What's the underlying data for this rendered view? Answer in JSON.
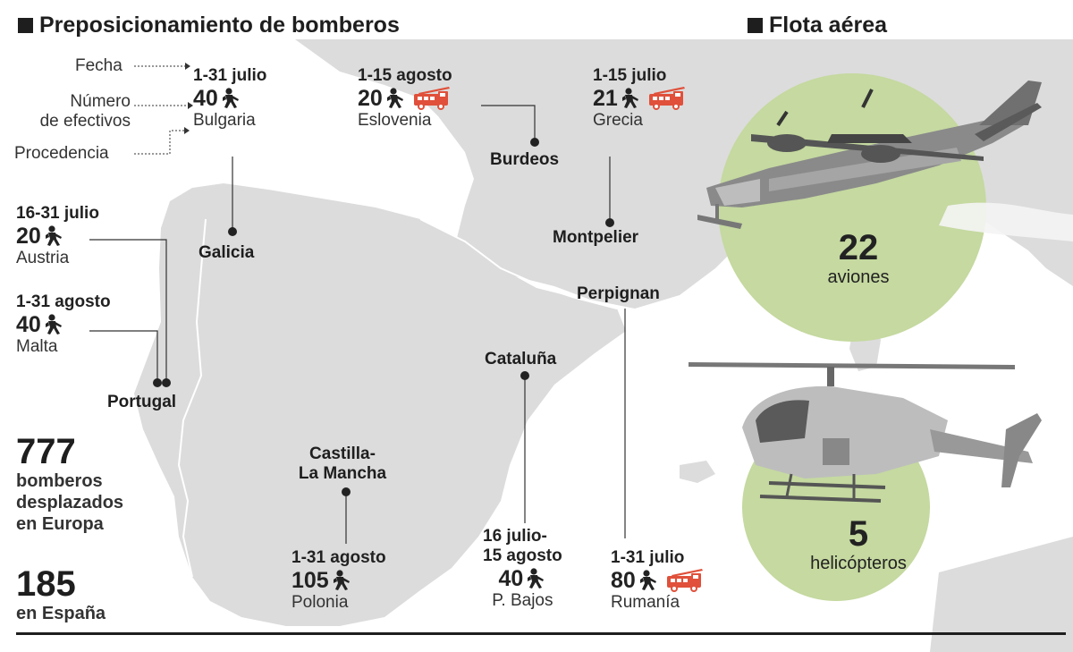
{
  "titles": {
    "main": "Preposicionamiento de bomberos",
    "fleet": "Flota aérea"
  },
  "legend": {
    "fecha": "Fecha",
    "numero_1": "Número",
    "numero_2": "de efectivos",
    "procedencia": "Procedencia"
  },
  "deployments": {
    "bulgaria": {
      "dates": "1-31 julio",
      "count": "40",
      "origin": "Bulgaria"
    },
    "eslovenia": {
      "dates": "1-15 agosto",
      "count": "20",
      "origin": "Eslovenia"
    },
    "grecia": {
      "dates": "1-15 julio",
      "count": "21",
      "origin": "Grecia"
    },
    "austria": {
      "dates": "16-31 julio",
      "count": "20",
      "origin": "Austria"
    },
    "malta": {
      "dates": "1-31 agosto",
      "count": "40",
      "origin": "Malta"
    },
    "polonia": {
      "dates": "1-31 agosto",
      "count": "105",
      "origin": "Polonia"
    },
    "pbajos": {
      "dates_1": "16 julio-",
      "dates_2": "15 agosto",
      "count": "40",
      "origin": "P. Bajos"
    },
    "rumania": {
      "dates": "1-31 julio",
      "count": "80",
      "origin": "Rumanía"
    }
  },
  "places": {
    "galicia": "Galicia",
    "portugal": "Portugal",
    "burdeos": "Burdeos",
    "montpelier": "Montpelier",
    "perpignan": "Perpignan",
    "cataluna": "Cataluña",
    "castilla_1": "Castilla-",
    "castilla_2": "La Mancha"
  },
  "totals": {
    "europe_count": "777",
    "europe_1": "bomberos",
    "europe_2": "desplazados",
    "europe_3": "en Europa",
    "spain_count": "185",
    "spain_1": "en España"
  },
  "fleet": {
    "planes_count": "22",
    "planes_label": "aviones",
    "heli_count": "5",
    "heli_label": "helicópteros"
  },
  "colors": {
    "land": "#dcdcdc",
    "border": "#ffffff",
    "accent_truck": "#e0503a",
    "fleet_circle": "#c5d9a0",
    "text": "#1e1e1e"
  },
  "icons": {
    "firefighter": "firefighter-icon",
    "truck": "fire-truck-icon",
    "plane": "seaplane-icon",
    "helicopter": "helicopter-icon"
  }
}
